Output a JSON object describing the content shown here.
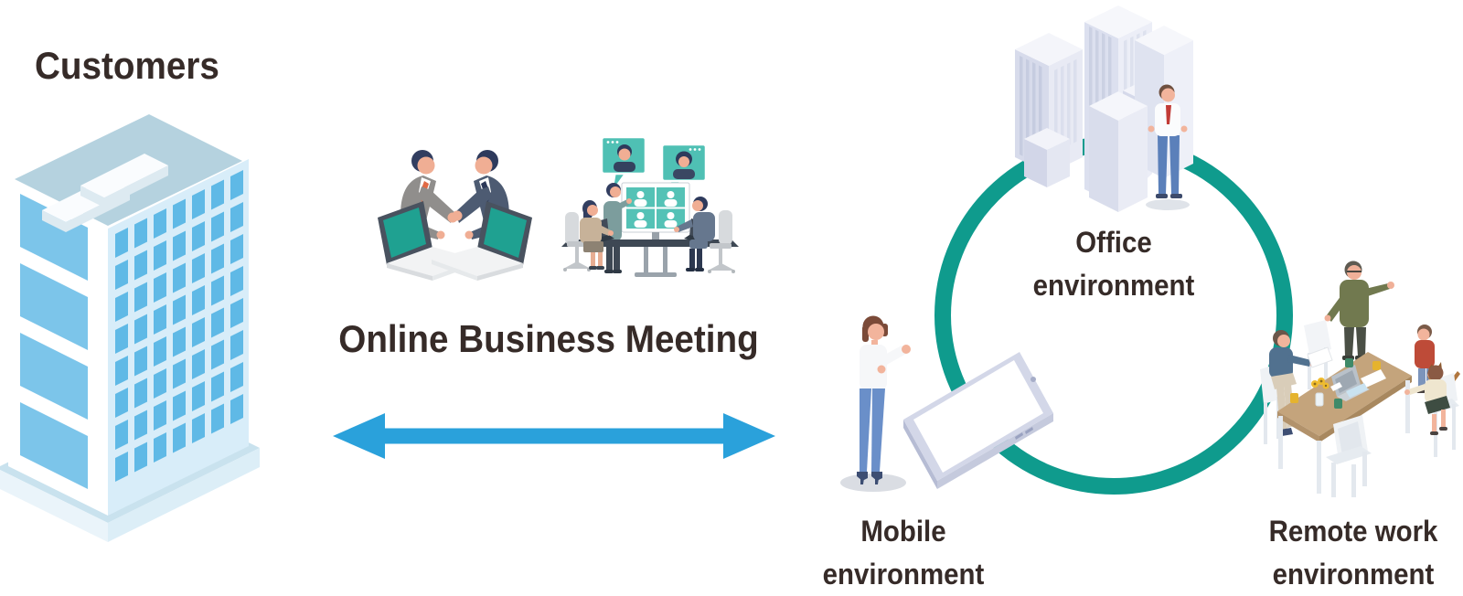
{
  "left": {
    "customers_label": "Customers"
  },
  "center": {
    "headline": "Online Business Meeting"
  },
  "right": {
    "office_label_line1": "Office",
    "office_label_line2": "environment",
    "mobile_label_line1": "Mobile",
    "mobile_label_line2": "environment",
    "remote_label_line1": "Remote work",
    "remote_label_line2": "environment"
  },
  "colors": {
    "text": "#362B28",
    "arrow_blue": "#2AA1DB",
    "ring_teal": "#0F9B8D",
    "laptop_screen_teal": "#1FA191",
    "meeting_screen_teal": "#54C2B6",
    "building_window_blue": "#5FB9E6",
    "office_building_lavender": "#E8EAF4",
    "table_wood": "#C4A47C"
  },
  "illustrations": {
    "customers_building": "isometric-office-building-icon",
    "handshake": "online-handshake-laptops-icon",
    "video_meeting": "video-conference-meeting-icon",
    "office_buildings": "city-buildings-icon",
    "office_worker": "businessman-red-tie-icon",
    "mobile_worker": "woman-with-tablet-icon",
    "remote_family": "family-at-home-table-icon",
    "connection_arrow": "double-headed-arrow-icon",
    "environment_ring": "teal-circle-ring-icon"
  }
}
